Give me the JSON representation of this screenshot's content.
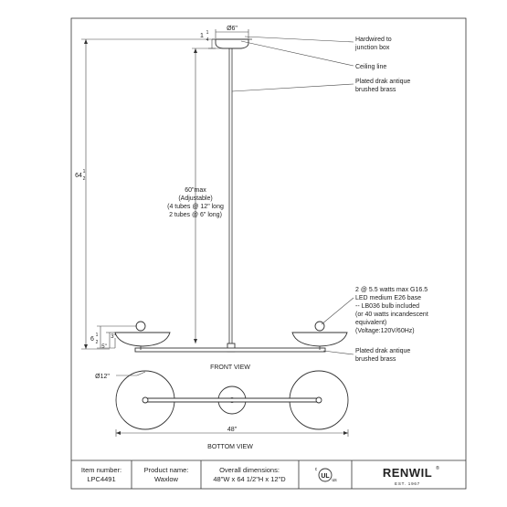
{
  "dims": {
    "canopy_dia": "Ø6\"",
    "canopy_h_whole": "1",
    "canopy_h_num": "1",
    "canopy_h_den": "4",
    "overall_h_whole": "64",
    "overall_h_num": "1",
    "overall_h_den": "2",
    "stem_lines": [
      "60\"max",
      "(Adjustable)",
      "(4 tubes @ 12\" long",
      "2 tubes @ 6\" long)"
    ],
    "shade_h_whole": "6",
    "shade_h_num": "1",
    "shade_h_den": "2",
    "dim_3": "3\"",
    "dim_5": "5\"",
    "shade_dia": "Ø12\"",
    "width": "48\""
  },
  "callouts": {
    "hardwired": [
      "Hardwired to",
      "junction box"
    ],
    "ceiling": [
      "Ceiling line"
    ],
    "stem_finish": [
      "Plated drak antique",
      "brushed brass"
    ],
    "bulb": [
      "2 @ 5.5 watts max G16.5",
      "LED medium E26 base",
      "-- LB036 bulb included",
      "(or 40 watts incandescent",
      "equivalent)",
      "(Voltage:120V/60Hz)"
    ],
    "arm_finish": [
      "Plated drak antique",
      "brushed brass"
    ]
  },
  "views": {
    "front": "FRONT VIEW",
    "bottom": "BOTTOM VIEW"
  },
  "table": {
    "item_label": "Item number:",
    "item_value": "LPC4491",
    "product_label": "Product name:",
    "product_value": "Waxlow",
    "overall_label": "Overall dimensions:",
    "overall_value": "48\"W x 64 1/2\"H x 12\"D",
    "cert": "c UL us",
    "brand": "RENWIL",
    "brand_mark": "®",
    "est": "EST. 1967"
  }
}
